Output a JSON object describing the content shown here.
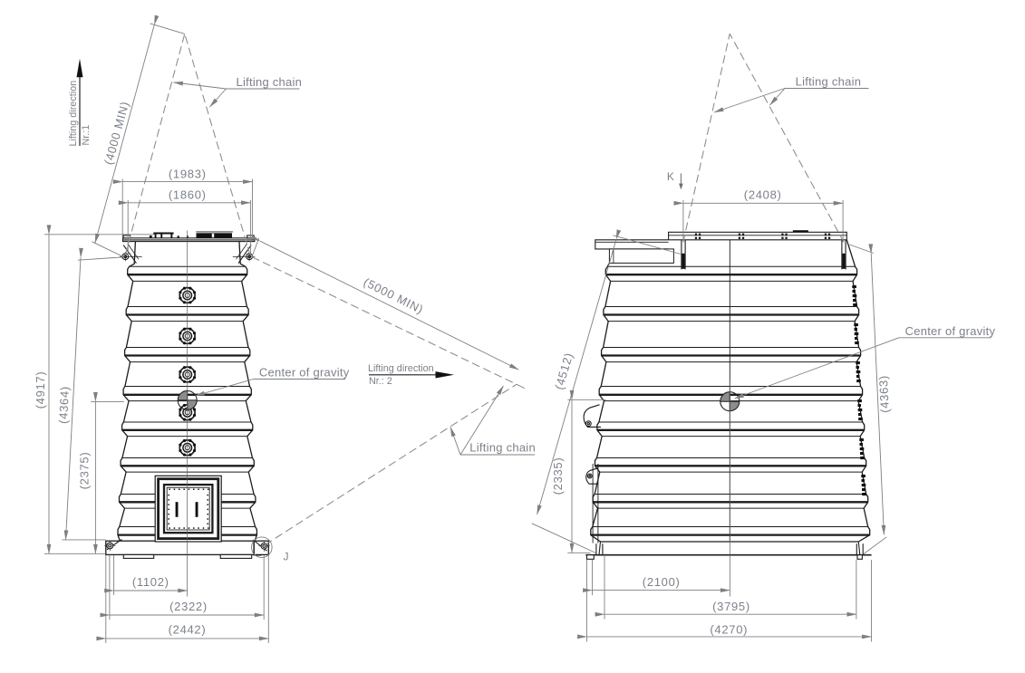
{
  "drawing": {
    "front_view": {
      "dims": {
        "top_outer": "(1983)",
        "top_lugs": "(1860)",
        "chain_dir1": "(4000 MIN)",
        "chain_dir2": "(5000 MIN)",
        "height_overall": "(4917)",
        "height_lug_diag": "(4364)",
        "cog_height": "(2375)",
        "base_cog": "(1102)",
        "base_lugs": "(2322)",
        "base_overall": "(2442)"
      },
      "labels": {
        "lifting_chain": "Lifting chain",
        "lifting_chain_dir2": "Lifting chain",
        "center_of_gravity": "Center of gravity",
        "detail_j": "J"
      },
      "direction1": {
        "line1": "Lifting direction",
        "line2": "Nr.:1"
      },
      "direction2": {
        "line1": "Lifting direction",
        "line2": "Nr.: 2"
      }
    },
    "side_view": {
      "dims": {
        "top_lugs": "(2408)",
        "height_lug_diag_left": "(4512)",
        "cog_height": "(2335)",
        "height_lug_diag_right": "(4363)",
        "base_cog": "(2100)",
        "base_inner": "(3795)",
        "base_overall": "(4270)"
      },
      "labels": {
        "lifting_chain": "Lifting chain",
        "center_of_gravity": "Center of gravity",
        "detail_k": "K"
      }
    },
    "colors": {
      "outline": "#1c1c1c",
      "dimension": "#7f7f7f",
      "annotation_text": "#73767b",
      "chain": "#8f8f8f",
      "cog_fill": "#848484"
    }
  }
}
